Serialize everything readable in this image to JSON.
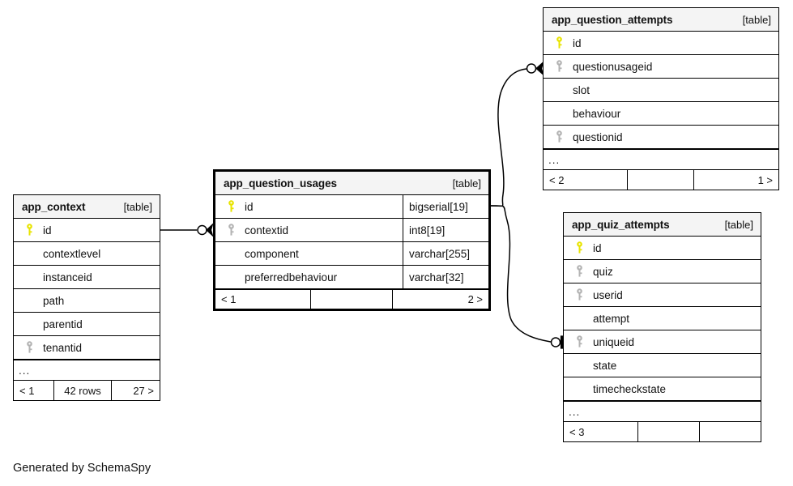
{
  "diagram": {
    "caption": "Generated by SchemaSpy",
    "table_tag": "[table]",
    "more_glyph": "...",
    "colors": {
      "primary_key": "#e8e400",
      "foreign_key": "#b3b3b3",
      "header_background": "#f4f4f4",
      "border": "#000000",
      "background": "#ffffff"
    }
  },
  "tables": {
    "app_context": {
      "name": "app_context",
      "tag": "[table]",
      "columns": [
        {
          "key": "pk",
          "name": "id"
        },
        {
          "key": "none",
          "name": "contextlevel"
        },
        {
          "key": "none",
          "name": "instanceid"
        },
        {
          "key": "none",
          "name": "path"
        },
        {
          "key": "none",
          "name": "parentid"
        },
        {
          "key": "fk",
          "name": "tenantid"
        }
      ],
      "has_more": true,
      "more": "...",
      "footer": [
        "< 1",
        "42 rows",
        "27 >"
      ]
    },
    "app_question_usages": {
      "name": "app_question_usages",
      "tag": "[table]",
      "columns": [
        {
          "key": "pk",
          "name": "id",
          "type": "bigserial[19]"
        },
        {
          "key": "fk",
          "name": "contextid",
          "type": "int8[19]"
        },
        {
          "key": "none",
          "name": "component",
          "type": "varchar[255]"
        },
        {
          "key": "none",
          "name": "preferredbehaviour",
          "type": "varchar[32]"
        }
      ],
      "has_more": false,
      "footer": [
        "< 1",
        "",
        "2 >"
      ]
    },
    "app_question_attempts": {
      "name": "app_question_attempts",
      "tag": "[table]",
      "columns": [
        {
          "key": "pk",
          "name": "id"
        },
        {
          "key": "fk",
          "name": "questionusageid"
        },
        {
          "key": "none",
          "name": "slot"
        },
        {
          "key": "none",
          "name": "behaviour"
        },
        {
          "key": "fk",
          "name": "questionid"
        }
      ],
      "has_more": true,
      "more": "...",
      "footer": [
        "< 2",
        "",
        "1 >"
      ]
    },
    "app_quiz_attempts": {
      "name": "app_quiz_attempts",
      "tag": "[table]",
      "columns": [
        {
          "key": "pk",
          "name": "id"
        },
        {
          "key": "fk",
          "name": "quiz"
        },
        {
          "key": "fk",
          "name": "userid"
        },
        {
          "key": "none",
          "name": "attempt"
        },
        {
          "key": "fk",
          "name": "uniqueid"
        },
        {
          "key": "none",
          "name": "state"
        },
        {
          "key": "none",
          "name": "timecheckstate"
        }
      ],
      "has_more": true,
      "more": "...",
      "footer": [
        "< 3",
        "",
        ""
      ]
    }
  },
  "relationships": [
    {
      "id": "context-to-usages",
      "from_table": "app_context",
      "from_column": "id",
      "to_table": "app_question_usages",
      "to_column": "contextid",
      "from_cardinality": "zero-or-one",
      "to_cardinality": "many"
    },
    {
      "id": "usages-to-question-attempts",
      "from_table": "app_question_usages",
      "from_column": "id",
      "to_table": "app_question_attempts",
      "to_column": "questionusageid",
      "from_cardinality": "one",
      "to_cardinality": "many"
    },
    {
      "id": "usages-to-quiz-attempts",
      "from_table": "app_question_usages",
      "from_column": "id",
      "to_table": "app_quiz_attempts",
      "to_column": "uniqueid",
      "from_cardinality": "one",
      "to_cardinality": "zero-or-one"
    }
  ]
}
